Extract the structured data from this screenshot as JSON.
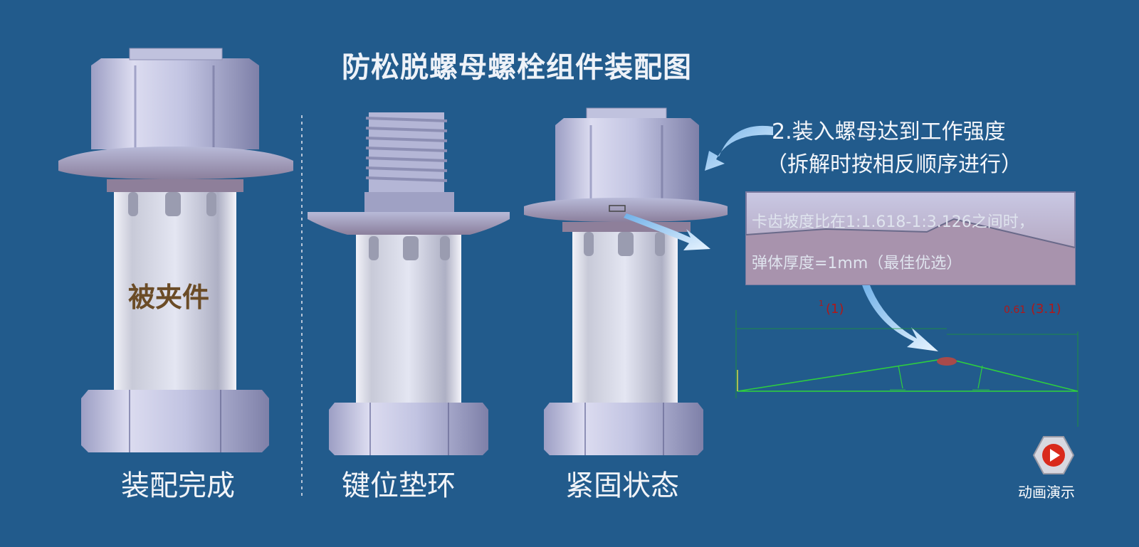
{
  "title": "防松脱螺母螺栓组件装配图",
  "captions": {
    "assembled": "装配完成",
    "key_washer": "键位垫环",
    "tightened": "紧固状态"
  },
  "clamped_label": "被夹件",
  "step_note": {
    "line1": "2.装入螺母达到工作强度",
    "line2": "（拆解时按相反顺序进行）"
  },
  "zoom_box": {
    "line1": "卡齿坡度比在1:1.618-1:3.126之间时，",
    "line2": "弹体厚度=1mm（最佳优选）"
  },
  "dimension_labels": {
    "left_superscript": "1",
    "left_ratio": "(1)",
    "right_value": "0.61",
    "right_ratio": "(3.1)"
  },
  "play_button": {
    "label": "动画演示"
  },
  "colors": {
    "background": "#225b8c",
    "part_light": "#c5c7e4",
    "part_dark": "#8a8cb4",
    "profile_green": "#2ecc40",
    "annotation_red": "#b01818",
    "play_red": "#d92a1c"
  }
}
